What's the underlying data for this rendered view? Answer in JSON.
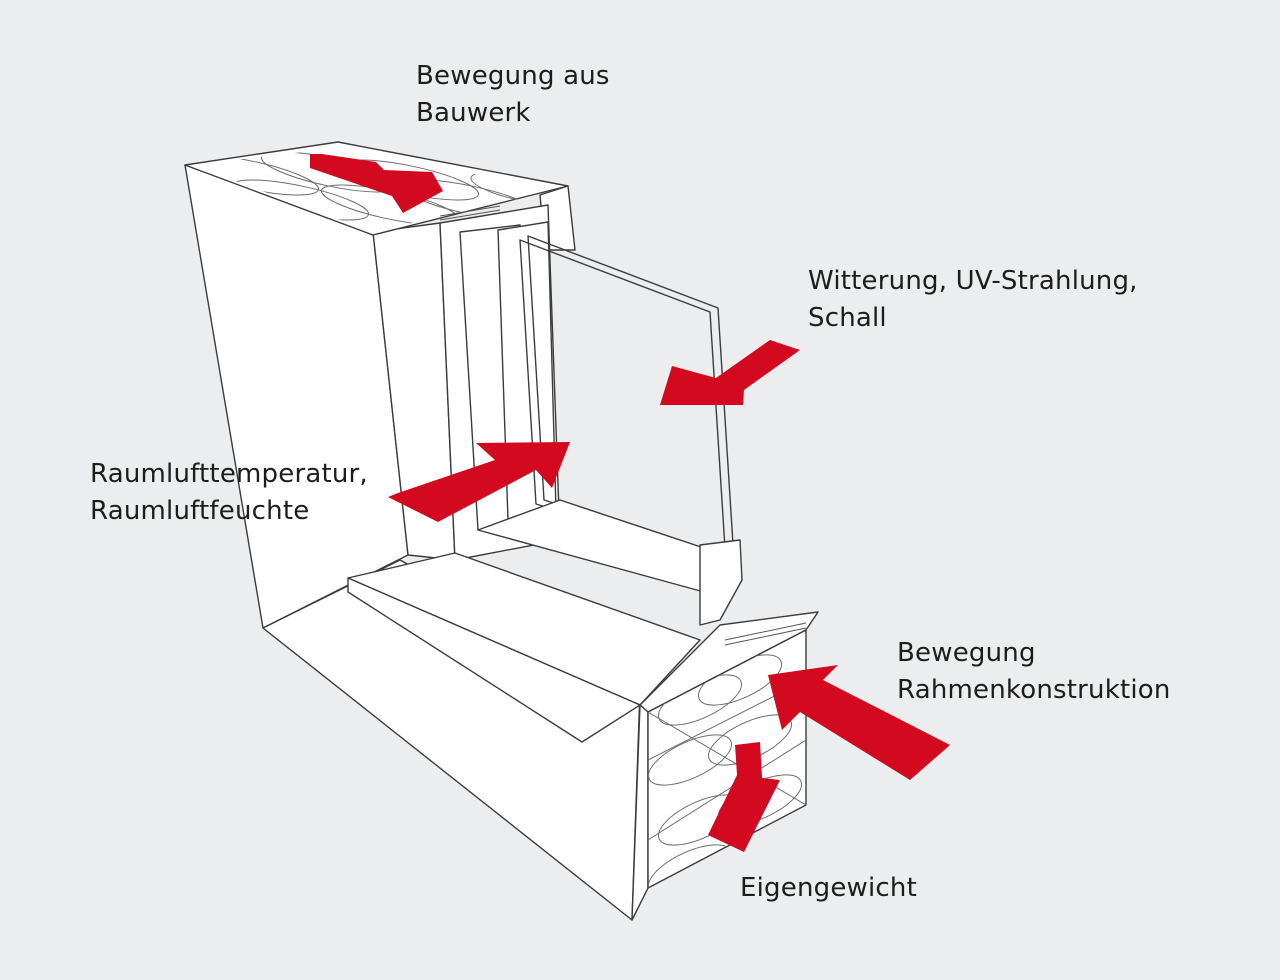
{
  "colors": {
    "background": "#ebedee",
    "arrow": "#d2091f",
    "line": "#3c3c3c",
    "surface": "#ffffff",
    "text": "#1d1d1b"
  },
  "labels": {
    "building_movement": [
      "Bewegung aus",
      "Bauwerk"
    ],
    "weather": [
      "Witterung, UV-Strahlung,",
      "Schall"
    ],
    "indoor_climate": [
      "Raumlufttemperatur,",
      "Raumluftfeuchte"
    ],
    "frame_movement": [
      "Bewegung",
      "Rahmenkonstruktion"
    ],
    "dead_weight": [
      "Eigengewicht"
    ]
  },
  "icons": {
    "arrows": [
      "arrow-building-movement-icon",
      "arrow-weather-icon",
      "arrow-indoor-climate-icon",
      "arrow-frame-movement-icon",
      "arrow-dead-weight-icon"
    ]
  }
}
